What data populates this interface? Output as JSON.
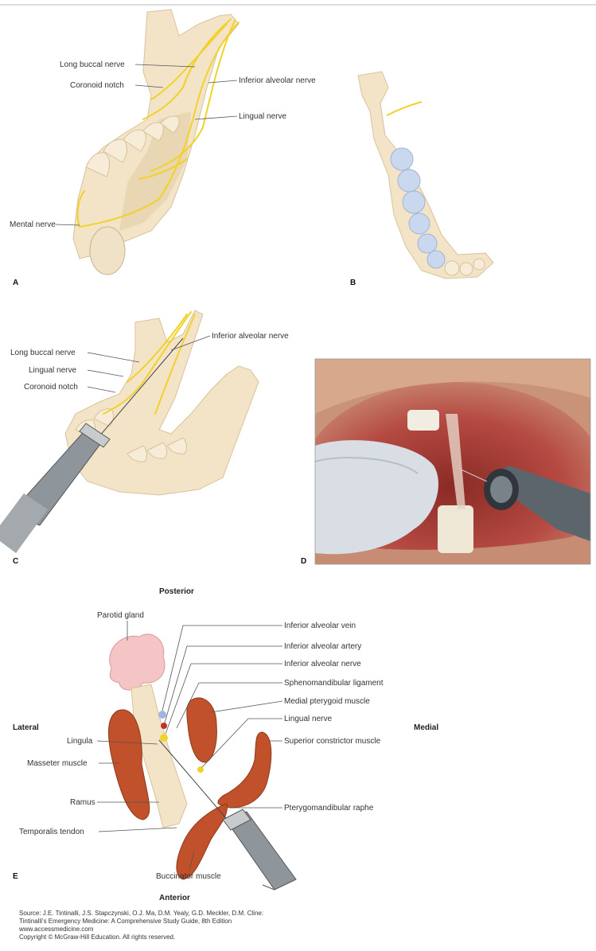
{
  "panel_a": {
    "letter": "A",
    "labels": {
      "long_buccal": "Long buccal nerve",
      "coronoid": "Coronoid notch",
      "inferior_alveolar": "Inferior alveolar nerve",
      "lingual": "Lingual nerve",
      "mental": "Mental nerve"
    }
  },
  "panel_b": {
    "letter": "B"
  },
  "panel_c": {
    "letter": "C",
    "labels": {
      "inferior_alveolar": "Inferior alveolar nerve",
      "long_buccal": "Long buccal nerve",
      "lingual": "Lingual nerve",
      "coronoid": "Coronoid notch"
    }
  },
  "panel_d": {
    "letter": "D"
  },
  "panel_e": {
    "letter": "E",
    "directions": {
      "posterior": "Posterior",
      "anterior": "Anterior",
      "lateral": "Lateral",
      "medial": "Medial"
    },
    "labels": {
      "parotid": "Parotid gland",
      "ia_vein": "Inferior alveolar vein",
      "ia_artery": "Inferior alveolar artery",
      "ia_nerve": "Inferior alveolar nerve",
      "spheno": "Sphenomandibular ligament",
      "medial_pterygoid": "Medial pterygoid muscle",
      "lingual_nerve": "Lingual nerve",
      "superior_constrictor": "Superior constrictor muscle",
      "lingula": "Lingula",
      "masseter": "Masseter muscle",
      "ramus": "Ramus",
      "pterygomandibular": "Pterygomandibular raphe",
      "temporalis": "Temporalis tendon",
      "buccinator": "Buccinator muscle"
    }
  },
  "source": {
    "line1": "Source: J.E. Tintinalli, J.S. Stapczynski, O.J. Ma, D.M. Yealy, G.D. Meckler, D.M. Cline:",
    "line2": "Tintinalli's Emergency Medicine: A Comprehensive Study Guide, 8th Edition",
    "line3": "www.accessmedicine.com",
    "line4": "Copyright © McGraw-Hill Education.  All rights reserved."
  },
  "colors": {
    "bone": "#f3e4c8",
    "bone_shade": "#e6d2ae",
    "nerve": "#f2d22a",
    "teeth_blue": "#c9d8ee",
    "muscle": "#c0512a",
    "gland": "#f5c4c4",
    "syringe": "#8f969b"
  }
}
